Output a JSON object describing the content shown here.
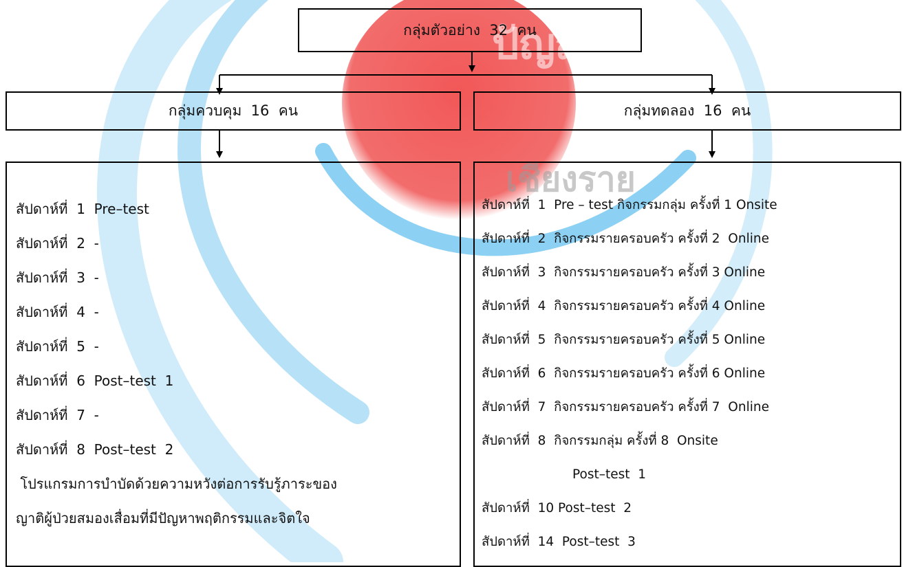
{
  "watermark": {
    "logo_text": "ปัญญา",
    "sub_text": "เชียงราย",
    "colors": {
      "red": "#ef3b3b",
      "blue": "#2ea9e9",
      "lightblue": "#a9dcf6"
    }
  },
  "diagram": {
    "root": {
      "label": "กลุ่มตัวอย่าง  32  คน"
    },
    "control": {
      "title": "กลุ่มควบคุม  16  คน",
      "items": [
        "สัปดาห์ที่  1  Pre–test",
        "สัปดาห์ที่  2  -",
        "สัปดาห์ที่  3  -",
        "สัปดาห์ที่  4  -",
        "สัปดาห์ที่  5  -",
        "สัปดาห์ที่  6  Post–test  1",
        "สัปดาห์ที่  7  -",
        "สัปดาห์ที่  8  Post–test  2",
        " โปรแกรมการบำบัดด้วยความหวังต่อการรับรู้ภาระของ",
        "ญาติผู้ป่วยสมองเสื่อมที่มีปัญหาพฤติกรรมและจิตใจ"
      ]
    },
    "experimental": {
      "title": "กลุ่มทดลอง  16  คน",
      "items": [
        "สัปดาห์ที่  1  Pre – test กิจกรรมกลุ่ม ครั้งที่ 1 Onsite",
        "สัปดาห์ที่  2  กิจกรรมรายครอบครัว ครั้งที่ 2  Online",
        "สัปดาห์ที่  3  กิจกรรมรายครอบครัว ครั้งที่ 3 Online",
        "สัปดาห์ที่  4  กิจกรรมรายครอบครัว ครั้งที่ 4 Online",
        "สัปดาห์ที่  5  กิจกรรมรายครอบครัว ครั้งที่ 5 Online",
        "สัปดาห์ที่  6  กิจกรรมรายครอบครัว ครั้งที่ 6 Online",
        "สัปดาห์ที่  7  กิจกรรมรายครอบครัว ครั้งที่ 7  Online",
        "สัปดาห์ที่  8  กิจกรรมกลุ่ม ครั้งที่ 8  Onsite",
        "Post–test  1",
        "สัปดาห์ที่  10 Post–test  2",
        "สัปดาห์ที่  14  Post–test  3"
      ]
    }
  }
}
